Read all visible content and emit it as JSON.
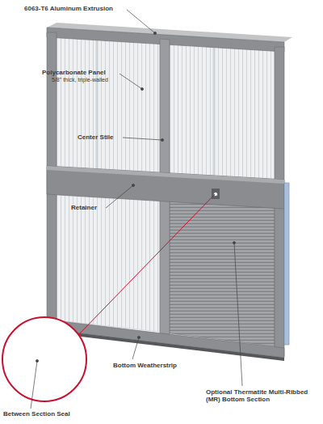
{
  "diagram": {
    "labels": [
      "6063-T6 Aluminum Extrusion",
      "Polycarbonate Panel",
      "5/8\" thick, triple-walled",
      "Center Stile",
      "Retainer",
      "Between Section Seal",
      "Bottom Weatherstrip",
      "Optional Thermatite Multi-Ribbed (MR) Bottom Section"
    ]
  }
}
